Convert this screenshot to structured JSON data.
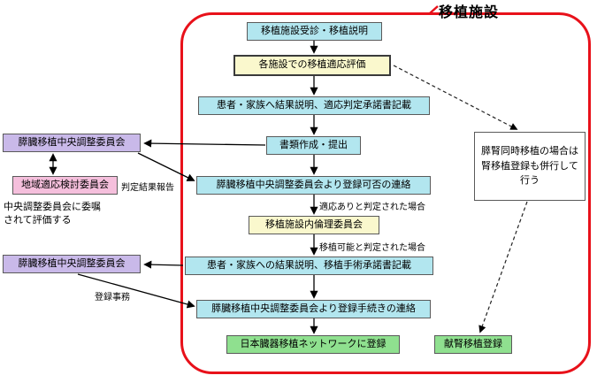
{
  "title": "移植施設",
  "flow": {
    "reception": "移植施設受診・移植説明",
    "evaluation": "各施設での移植適応評価",
    "result_consent": "患者・家族へ結果説明、適応判定承諾書記載",
    "documents": "書類作成・提出",
    "registration_notice": "膵臓移植中央調整委員会より登録可否の連絡",
    "cond_eligible": "適応ありと判定された場合",
    "ethics_committee": "移植施設内倫理委員会",
    "cond_approved": "移植可能と判定された場合",
    "surgery_consent": "患者・家族への結果説明、移植手術承諾書記載",
    "procedure_notice": "膵臓移植中央調整委員会より登録手続きの連絡",
    "network_registration": "日本臓器移植ネットワークに登録"
  },
  "right": {
    "note": "膵腎同時移植の場合は腎移植登録も併行して行う",
    "kidney_registration": "献腎移植登録"
  },
  "left": {
    "central_committee_top": "膵臓移植中央調整委員会",
    "regional_committee": "地域適応検討委員会",
    "delegation_note": "中央調整委員会に委嘱されて評価する",
    "report_label": "判定結果報告",
    "central_committee_bottom": "膵臓移植中央調整委員会",
    "registration_label": "登録事務"
  },
  "colors": {
    "step_cyan": "#b2e6ef",
    "evaluation_yellow": "#faf8cd",
    "registration_green": "#8fe08f",
    "committee_purple": "#c9b9e9",
    "regional_pink": "#f5bfdc",
    "facility_border_red": "#e8111a",
    "arrow_black": "#000000"
  }
}
